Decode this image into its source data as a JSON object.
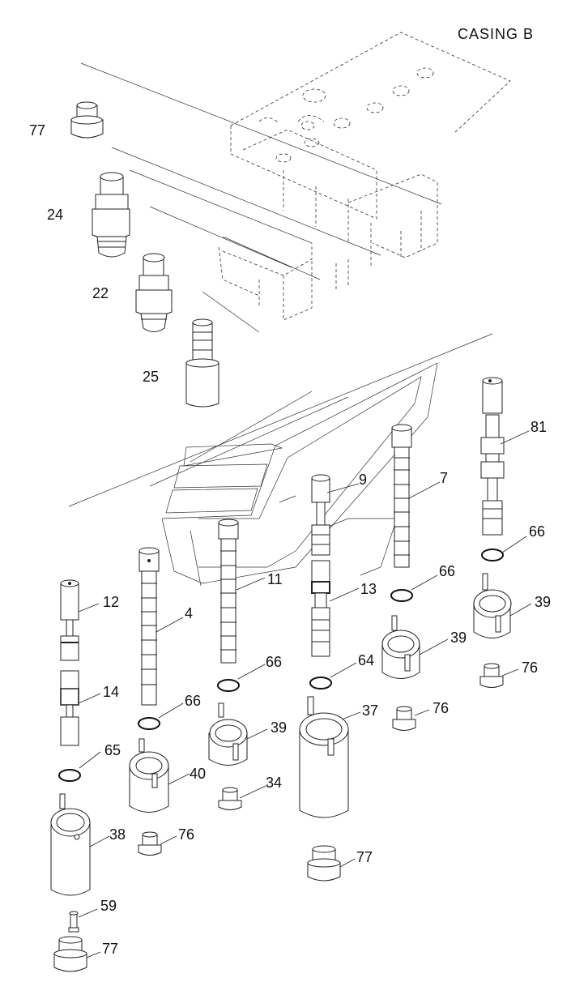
{
  "title": "CASING  B",
  "callouts": {
    "p77a": "77",
    "p24": "24",
    "p22": "22",
    "p25": "25",
    "p81": "81",
    "p9": "9",
    "p7": "7",
    "p66a": "66",
    "p66b": "66",
    "p11": "11",
    "p13": "13",
    "p12": "12",
    "p4": "4",
    "p39a": "39",
    "p39b": "39",
    "p76a": "76",
    "p66c": "66",
    "p64": "64",
    "p14": "14",
    "p66d": "66",
    "p37": "37",
    "p76b": "76",
    "p39c": "39",
    "p65": "65",
    "p40": "40",
    "p34": "34",
    "p38": "38",
    "p76c": "76",
    "p77b": "77",
    "p59": "59",
    "p77c": "77"
  }
}
